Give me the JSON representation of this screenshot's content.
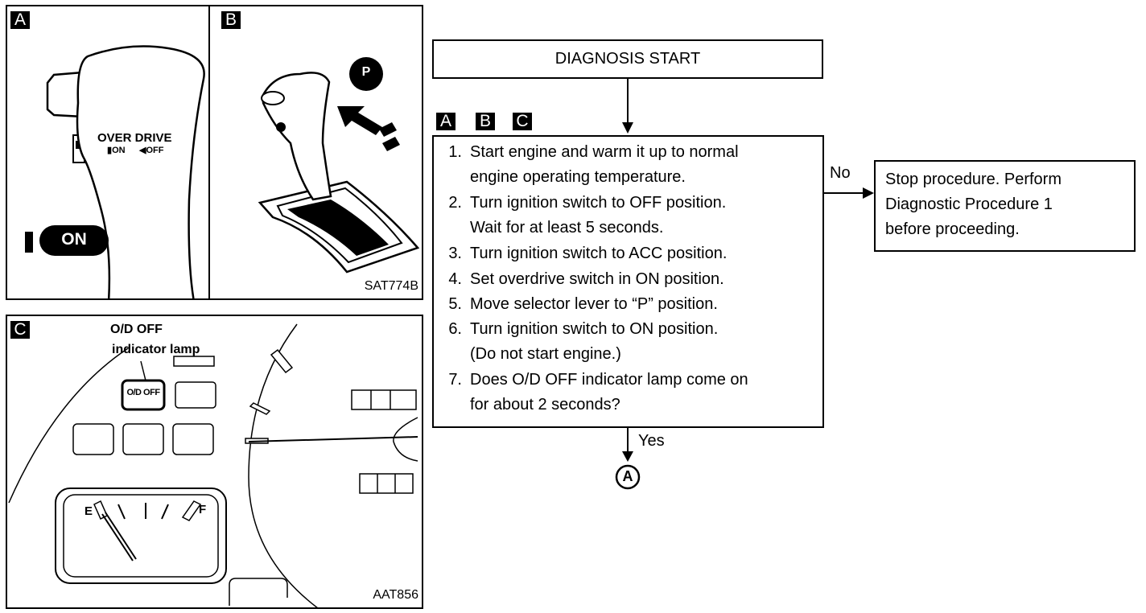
{
  "figures": {
    "panel_a": {
      "tag": "A",
      "lever_text_line1": "OVER DRIVE",
      "lever_text_line2_on": "ON",
      "lever_text_line2_off": "OFF",
      "button_label": "ON"
    },
    "panel_b": {
      "tag": "B",
      "circle_label": "P",
      "code": "SAT774B"
    },
    "panel_c": {
      "tag": "C",
      "callout_line1": "O/D OFF",
      "callout_line2": "indicator lamp",
      "lamp_label": "O/D OFF",
      "gauge_e": "E",
      "gauge_f": "F",
      "code": "AAT856"
    }
  },
  "flow": {
    "start_label": "DIAGNOSIS START",
    "tags": [
      "A",
      "B",
      "C"
    ],
    "steps": [
      {
        "num": "1.",
        "lines": [
          "Start engine and warm it up to normal",
          "engine operating temperature."
        ]
      },
      {
        "num": "2.",
        "lines": [
          "Turn ignition switch to OFF position.",
          "Wait for at least 5 seconds."
        ]
      },
      {
        "num": "3.",
        "lines": [
          "Turn ignition switch to ACC position."
        ]
      },
      {
        "num": "4.",
        "lines": [
          "Set overdrive switch in ON position."
        ]
      },
      {
        "num": "5.",
        "lines": [
          "Move selector lever to “P” position."
        ]
      },
      {
        "num": "6.",
        "lines": [
          "Turn ignition switch to ON position.",
          "(Do not start engine.)"
        ]
      },
      {
        "num": "7.",
        "lines": [
          "Does O/D OFF indicator lamp come on",
          "for about 2 seconds?"
        ]
      }
    ],
    "no_label": "No",
    "yes_label": "Yes",
    "result_lines": [
      "Stop procedure. Perform",
      "Diagnostic Procedure 1",
      "before proceeding."
    ],
    "connector_label": "A"
  }
}
